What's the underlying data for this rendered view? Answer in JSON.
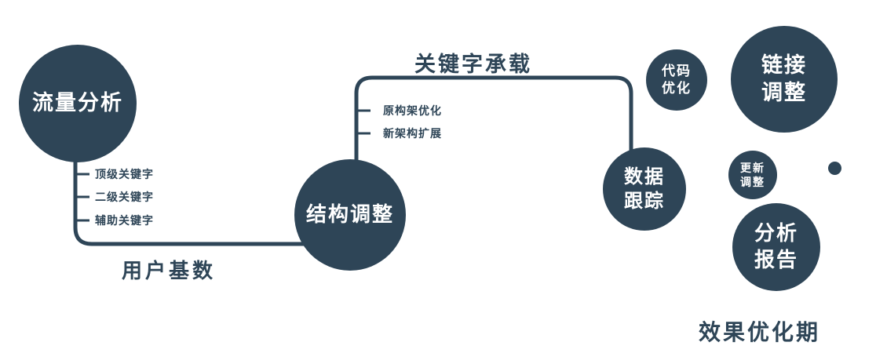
{
  "colors": {
    "primary": "#2e4557",
    "text_on_dark": "#ffffff"
  },
  "nodes": {
    "traffic": {
      "label": "流量分析"
    },
    "structure": {
      "label": "结构调整"
    },
    "data_tracking": {
      "label": "数据\n跟踪"
    },
    "code_opt": {
      "label": "代码\n优化"
    },
    "link_adjust": {
      "label": "链接\n调整"
    },
    "update_adjust": {
      "label": "更新\n调整"
    },
    "analysis_report": {
      "label": "分析\n报告"
    }
  },
  "edges": {
    "user_base": {
      "label": "用户基数"
    },
    "keyword_carry": {
      "label": "关键字承载"
    }
  },
  "branches": {
    "traffic_items": [
      "顶级关键字",
      "二级关键字",
      "辅助关键字"
    ],
    "structure_items": [
      "原构架优化",
      "新架构扩展"
    ]
  },
  "footer": {
    "label": "效果优化期"
  }
}
